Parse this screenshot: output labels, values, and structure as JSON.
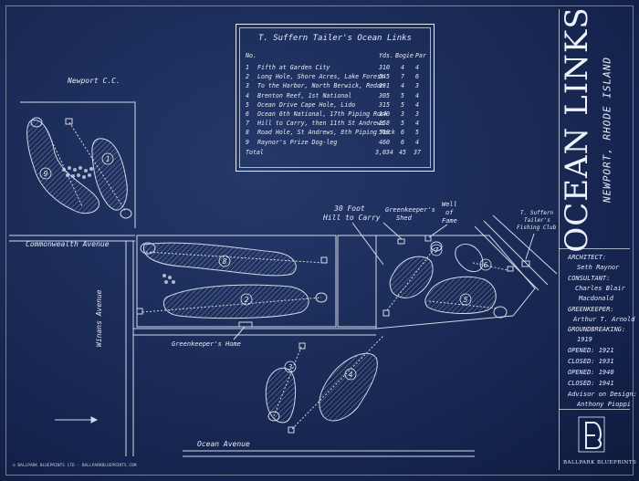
{
  "title": "OCEAN LINKS",
  "subtitle": "NEWPORT, RHODE ISLAND",
  "scorecard": {
    "title": "T. Suffern Tailer's Ocean Links",
    "headers": {
      "no": "No.",
      "yds": "Yds.",
      "bogie": "Bogie",
      "par": "Par"
    },
    "holes": [
      {
        "no": "1",
        "name": "Fifth at Garden City",
        "yds": "310",
        "bogie": "4",
        "par": "4"
      },
      {
        "no": "2",
        "name": "Long Hole, Shore Acres, Lake Forest",
        "yds": "545",
        "bogie": "7",
        "par": "6"
      },
      {
        "no": "3",
        "name": "To the Harbor, North Berwick, Redan",
        "yds": "191",
        "bogie": "4",
        "par": "3"
      },
      {
        "no": "4",
        "name": "Brenton Reef, 1st National",
        "yds": "305",
        "bogie": "5",
        "par": "4"
      },
      {
        "no": "5",
        "name": "Ocean Drive Cape Hole, Lido",
        "yds": "315",
        "bogie": "5",
        "par": "4"
      },
      {
        "no": "6",
        "name": "Ocean 6th National, 17th Piping Rock",
        "yds": "140",
        "bogie": "3",
        "par": "3"
      },
      {
        "no": "7",
        "name": "Hill to Carry, then 11th St Andrews",
        "yds": "258",
        "bogie": "5",
        "par": "4"
      },
      {
        "no": "8",
        "name": "Road Hole, St Andrews, 8th Piping Rock",
        "yds": "510",
        "bogie": "6",
        "par": "5"
      },
      {
        "no": "9",
        "name": "Raynor's Prize Dog-leg",
        "yds": "460",
        "bogie": "6",
        "par": "4"
      }
    ],
    "total": {
      "label": "Total",
      "yds": "3,034",
      "bogie": "45",
      "par": "37"
    }
  },
  "map_labels": {
    "newport_cc": "Newport C.C.",
    "commonwealth": "Commonwealth Avenue",
    "winans": "Winans Avenue",
    "ocean_ave": "Ocean Avenue",
    "hill_line1": "30 Foot",
    "hill_line2": "Hill to Carry",
    "shed_line1": "Greenkeeper's",
    "shed_line2": "Shed",
    "well_line1": "Well",
    "well_line2": "of",
    "well_line3": "Fame",
    "fishing_line1": "T. Suffern",
    "fishing_line2": "Tailer's",
    "fishing_line3": "Fishing Club",
    "home": "Greenkeeper's Home"
  },
  "hole_numbers": [
    "1",
    "2",
    "3",
    "4",
    "5",
    "6",
    "7",
    "8",
    "9"
  ],
  "info": {
    "architect_label": "ARCHITECT:",
    "architect": "Seth Raynor",
    "consultant_label": "CONSULTANT:",
    "consultant1": "Charles Blair",
    "consultant2": "Macdonald",
    "greenkeeper_label": "GREENKEEPER:",
    "greenkeeper": "Arthur T. Arnold",
    "groundbreaking_label": "GROUNDBREAKING:",
    "groundbreaking": "1919",
    "opened1": "OPENED: 1921",
    "closed1": "CLOSED: 1931",
    "opened2": "OPENED: 1940",
    "closed2": "CLOSED: 1941",
    "advisor_label": "Advisor on Design:",
    "advisor": "Anthony Pioppi"
  },
  "brand": "BALLPARK BLUEPRINTS",
  "copyright": "© BALLPARK BLUEPRINTS LTD · BALLPARKBLUEPRINTS.COM",
  "colors": {
    "background": "#1b2c58",
    "ink": "#e6ecf7"
  }
}
